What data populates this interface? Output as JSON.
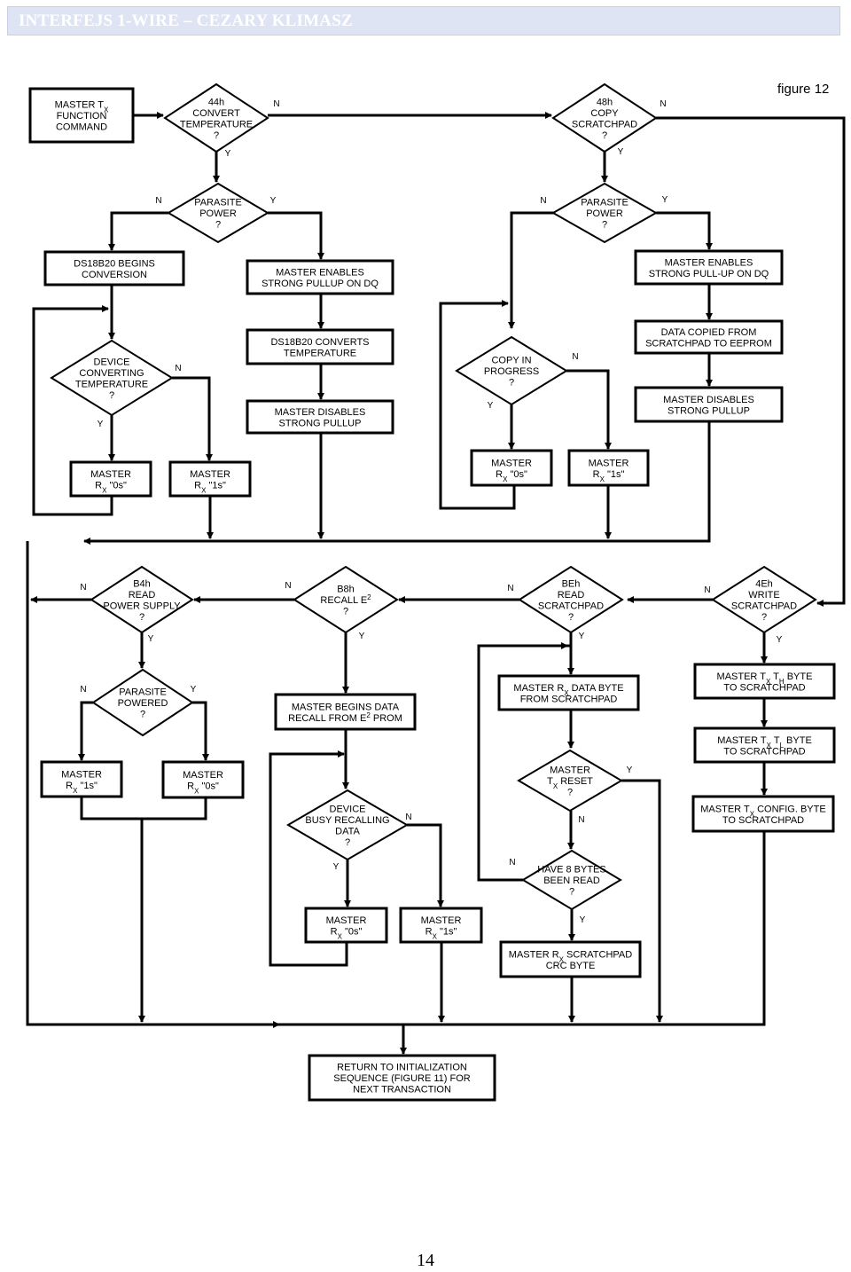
{
  "header": {
    "title": "INTERFEJS 1-WIRE – CEZARY KLIMASZ"
  },
  "figure_label": "figure 12",
  "page_number": "14",
  "nodes": {
    "master_tx": [
      "MASTER T<sub>X</sub>",
      "FUNCTION",
      "COMMAND"
    ],
    "d44": [
      "44h",
      "CONVERT",
      "TEMPERATURE",
      "?"
    ],
    "d48": [
      "48h",
      "COPY",
      "SCRATCHPAD",
      "?"
    ],
    "pp1": [
      "PARASITE",
      "POWER",
      "?"
    ],
    "pp2": [
      "PARASITE",
      "POWER",
      "?"
    ],
    "ds_begins": [
      "DS18B20 BEGINS",
      "CONVERSION"
    ],
    "enable1": [
      "MASTER ENABLES",
      "STRONG PULLUP ON DQ"
    ],
    "enable2": [
      "MASTER ENABLES",
      "STRONG PULL-UP ON DQ"
    ],
    "converts": [
      "DS18B20 CONVERTS",
      "TEMPERATURE"
    ],
    "disable1": [
      "MASTER DISABLES",
      "STRONG PULLUP"
    ],
    "copied": [
      "DATA COPIED FROM",
      "SCRATCHPAD TO EEPROM"
    ],
    "disable2": [
      "MASTER DISABLES",
      "STRONG PULLUP"
    ],
    "dev_conv": [
      "DEVICE",
      "CONVERTING",
      "TEMPERATURE",
      "?"
    ],
    "copy_prog": [
      "COPY IN",
      "PROGRESS",
      "?"
    ],
    "rx0_a": [
      "MASTER",
      "R<sub>X</sub> \"0s\""
    ],
    "rx1_a": [
      "MASTER",
      "R<sub>X</sub> \"1s\""
    ],
    "rx0_b": [
      "MASTER",
      "R<sub>X</sub> \"0s\""
    ],
    "rx1_b": [
      "MASTER",
      "R<sub>X</sub> \"1s\""
    ],
    "dB4": [
      "B4h",
      "READ",
      "POWER SUPPLY",
      "?"
    ],
    "dB8": [
      "B8h",
      "RECALL E<sup>2</sup>",
      "?"
    ],
    "dBE": [
      "BEh",
      "READ",
      "SCRATCHPAD",
      "?"
    ],
    "d4E": [
      "4Eh",
      "WRITE",
      "SCRATCHPAD",
      "?"
    ],
    "pp3": [
      "PARASITE",
      "POWERED",
      "?"
    ],
    "rx1_c": [
      "MASTER",
      "R<sub>X</sub> \"1s\""
    ],
    "rx0_c": [
      "MASTER",
      "R<sub>X</sub> \"0s\""
    ],
    "recall_begins": [
      "MASTER BEGINS DATA",
      "RECALL FROM E<sup>2</sup> PROM"
    ],
    "busy_recall": [
      "DEVICE",
      "BUSY RECALLING",
      "DATA",
      "?"
    ],
    "rx0_d": [
      "MASTER",
      "R<sub>X</sub> \"0s\""
    ],
    "rx1_d": [
      "MASTER",
      "R<sub>X</sub> \"1s\""
    ],
    "rx_data": [
      "MASTER R<sub>X</sub> DATA BYTE",
      "FROM SCRATCHPAD"
    ],
    "tx_reset": [
      "MASTER",
      "T<sub>X</sub> RESET",
      "?"
    ],
    "have8": [
      "HAVE 8 BYTES",
      "BEEN READ",
      "?"
    ],
    "rx_crc": [
      "MASTER R<sub>X</sub> SCRATCHPAD",
      "CRC BYTE"
    ],
    "tx_th": [
      "MASTER T<sub>X</sub> T<sub>H</sub> BYTE",
      "TO SCRATCHPAD"
    ],
    "tx_tl": [
      "MASTER T<sub>X</sub> T<sub>L</sub> BYTE",
      "TO SCRATCHPAD"
    ],
    "tx_config": [
      "MASTER T<sub>X</sub> CONFIG. BYTE",
      "TO SCRATCHPAD"
    ],
    "return": [
      "RETURN TO INITIALIZATION",
      "SEQUENCE (FIGURE 11) FOR",
      "NEXT TRANSACTION"
    ]
  },
  "branch_labels": {
    "yes": "Y",
    "no": "N"
  }
}
